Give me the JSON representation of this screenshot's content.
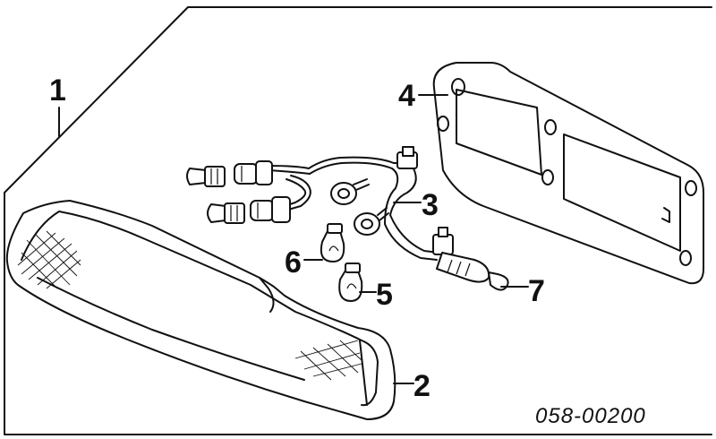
{
  "labels": {
    "part1": "1",
    "part2": "2",
    "part3": "3",
    "part4": "4",
    "part5": "5",
    "part6": "6",
    "part7": "7"
  },
  "diagram_code": "058-00200"
}
